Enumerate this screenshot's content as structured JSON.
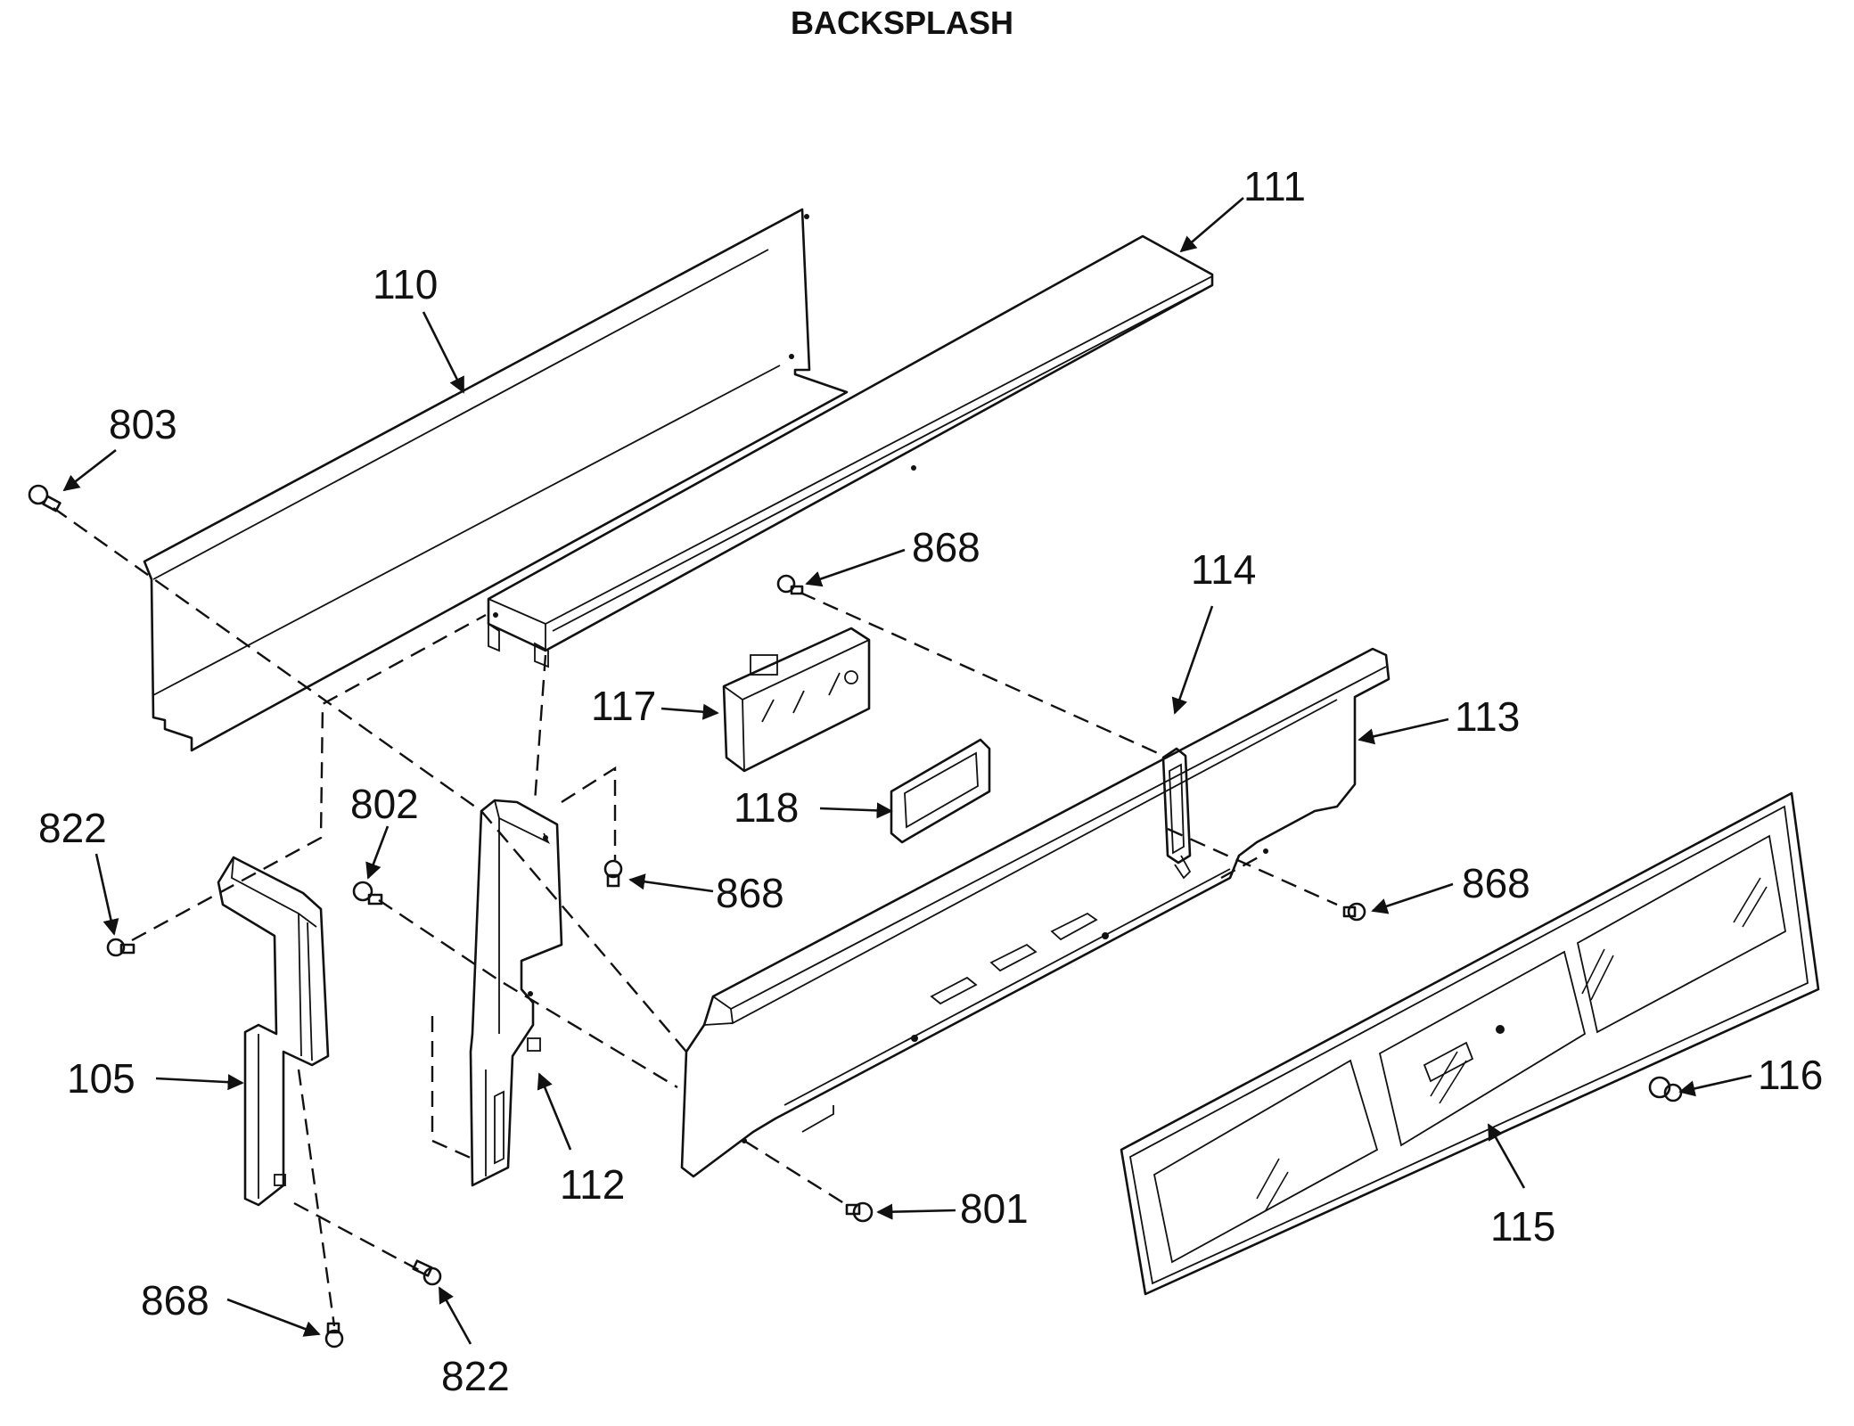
{
  "title": "BACKSPLASH",
  "callouts": {
    "c111": "111",
    "c110": "110",
    "c803": "803",
    "c868a": "868",
    "c114": "114",
    "c117": "117",
    "c113": "113",
    "c118": "118",
    "c802": "802",
    "c822a": "822",
    "c868b": "868",
    "c868c": "868",
    "c105": "105",
    "c116": "116",
    "c112": "112",
    "c801": "801",
    "c115": "115",
    "c868d": "868",
    "c822b": "822"
  }
}
